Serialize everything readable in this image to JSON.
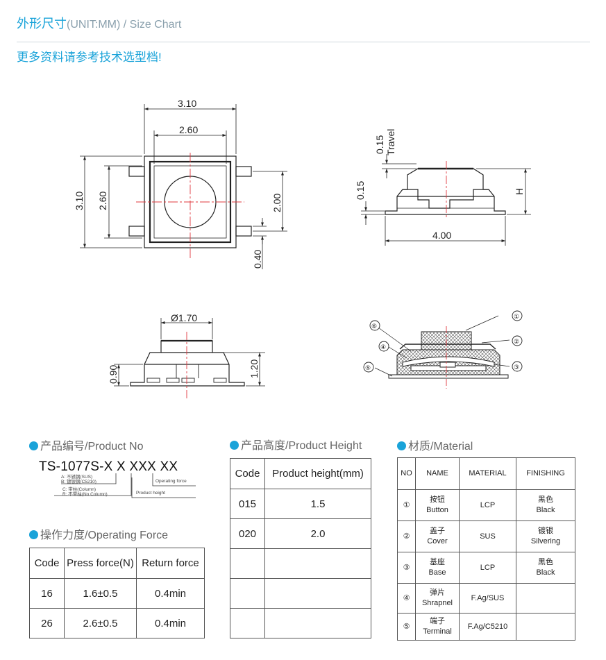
{
  "header": {
    "title": "外形尺寸",
    "title_sub": "(UNIT:MM) / Size Chart",
    "note": "更多资料请参考技术选型档!"
  },
  "drawing": {
    "top_view": {
      "dim_w_outer": "3.10",
      "dim_w_inner": "2.60",
      "dim_h_outer": "3.10",
      "dim_h_inner": "2.60",
      "dim_pin_span": "2.00",
      "dim_pin_w": "0.40"
    },
    "side_view": {
      "dim_travel": "0.15",
      "travel_label": "Travel",
      "dim_base": "0.15",
      "dim_len": "4.00",
      "height_label": "H"
    },
    "front_view": {
      "dim_dia": "Ø1.70",
      "dim_body": "0.90",
      "dim_total": "1.20"
    },
    "section_view": {
      "callouts": [
        "①",
        "②",
        "③",
        "④",
        "⑤",
        "⑥"
      ]
    }
  },
  "product_no": {
    "heading": "产品编号/Product No",
    "code": "TS-1077S-X X XXX XX",
    "legend_a": "A: 不锈钢(SUS)",
    "legend_b": "B: 镀银钢(C5210)",
    "legend_c": "C: 带柱(Column)",
    "legend_r": "R: 不带柱(No Column)",
    "legend_force": "Operating force",
    "legend_height": "Product height"
  },
  "operating_force": {
    "heading": "操作力度/Operating Force",
    "columns": [
      "Code",
      "Press force(N)",
      "Return force"
    ],
    "rows": [
      [
        "16",
        "1.6±0.5",
        "0.4min"
      ],
      [
        "26",
        "2.6±0.5",
        "0.4min"
      ]
    ]
  },
  "product_height": {
    "heading": "产品高度/Product Height",
    "columns": [
      "Code",
      "Product height(mm)"
    ],
    "rows": [
      [
        "015",
        "1.5"
      ],
      [
        "020",
        "2.0"
      ],
      [
        "",
        ""
      ],
      [
        "",
        ""
      ],
      [
        "",
        ""
      ]
    ]
  },
  "material": {
    "heading": "材质/Material",
    "columns": [
      "NO",
      "NAME",
      "MATERIAL",
      "FINISHING"
    ],
    "rows": [
      {
        "no": "①",
        "name_cn": "按钮",
        "name_en": "Button",
        "material": "LCP",
        "fin_cn": "黑色",
        "fin_en": "Black"
      },
      {
        "no": "②",
        "name_cn": "盖子",
        "name_en": "Cover",
        "material": "SUS",
        "fin_cn": "镀银",
        "fin_en": "Silvering"
      },
      {
        "no": "③",
        "name_cn": "基座",
        "name_en": "Base",
        "material": "LCP",
        "fin_cn": "黑色",
        "fin_en": "Black"
      },
      {
        "no": "④",
        "name_cn": "弹片",
        "name_en": "Shrapnel",
        "material": "F.Ag/SUS",
        "fin_cn": "",
        "fin_en": ""
      },
      {
        "no": "⑤",
        "name_cn": "端子",
        "name_en": "Terminal",
        "material": "F.Ag/C5210",
        "fin_cn": "",
        "fin_en": ""
      }
    ]
  },
  "colors": {
    "accent": "#1aa3d9",
    "centerline": "#e0383e",
    "line": "#222222"
  }
}
